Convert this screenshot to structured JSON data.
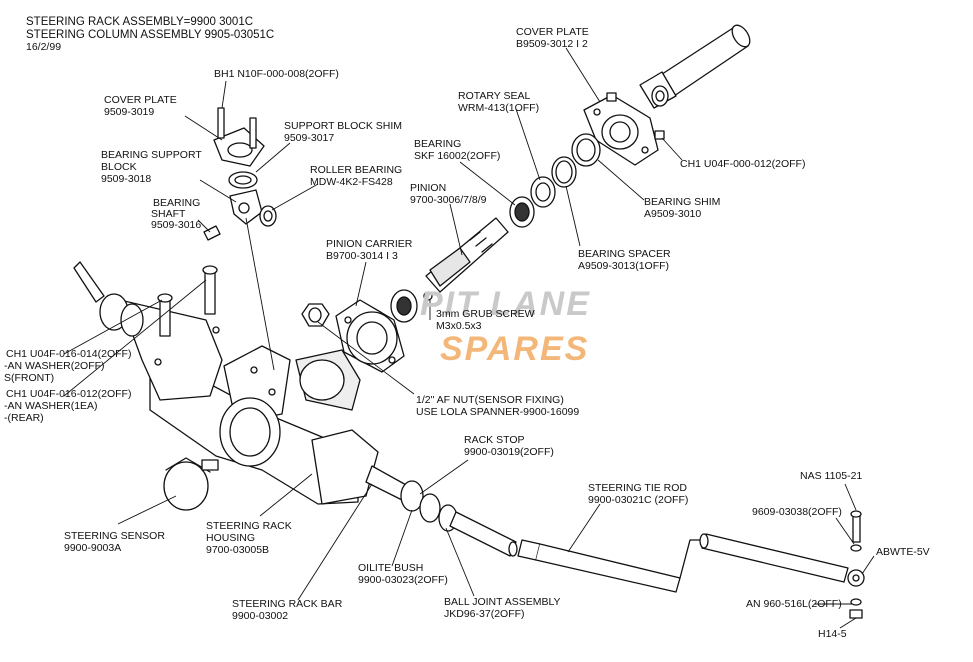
{
  "header": {
    "line1": "STEERING RACK ASSEMBLY=9900 3001C",
    "line2": "STEERING COLUMN ASSEMBLY 9905-03051C",
    "date": "16/2/99"
  },
  "watermark": {
    "line1": "PIT LANE",
    "line2": "SPARES",
    "color1": "#c9c9c9",
    "color2": "#f4b77a"
  },
  "labels": {
    "bh1_cover_screw": [
      "BH1 N10F-000-008(2off)"
    ],
    "cover_plate_left": [
      "COVER PLATE",
      "9509-3019"
    ],
    "support_block_shim": [
      "SUPPORT BLOCK SHIM",
      "9509-3017"
    ],
    "bearing_support_block": [
      "BEARING SUPPORT",
      "BLOCK",
      "9509-3018"
    ],
    "roller_bearing": [
      "ROLLER BEARING",
      "MDW-4K2-FS428"
    ],
    "bearing_shaft": [
      "BEARING",
      "SHAFT",
      "9509-3016"
    ],
    "cover_plate_right": [
      "COVER PLATE",
      "B9509-3012 I 2"
    ],
    "rotary_seal": [
      "ROTARY SEAL",
      "WRM-413(1off)"
    ],
    "bearing_skf": [
      "BEARING",
      "SKF 16002(2off)"
    ],
    "ch1_screw_right": [
      "CH1 U04F-000-012(2off)"
    ],
    "pinion": [
      "PINION",
      "9700-3006/7/8/9"
    ],
    "bearing_shim": [
      "BEARING SHIM",
      "A9509-3010"
    ],
    "pinion_carrier": [
      "PINION CARRIER",
      "B9700-3014 I 3"
    ],
    "bearing_spacer": [
      "BEARING SPACER",
      "A9509-3013(1off)"
    ],
    "grub_screw": [
      "3mm GRUB SCREW",
      "M3x0.5x3"
    ],
    "front_fixings": [
      "CH1 U04F-016-014(2off)",
      "-AN WASHER(2off)",
      "s(FRONT)"
    ],
    "rear_fixings": [
      "CH1 U04f-016-012(2off)",
      "-AN WASHER(1ea)",
      "-(REAR)"
    ],
    "af_nut": [
      "1/2\" AF NUT(SENSOR FIXING)",
      "USE LOLA SPANNER-9900-16099"
    ],
    "rack_stop": [
      "RACK STOP",
      "9900-03019(2off)"
    ],
    "steering_tie_rod": [
      "STEERING TIE ROD",
      "9900-03021C (2off)"
    ],
    "nas": [
      "NAS 1105-21"
    ],
    "washer_9609": [
      "9609-03038(2off)"
    ],
    "abwte": [
      "ABWTE-5V"
    ],
    "steering_sensor": [
      "STEERING SENSOR",
      "9900-9003A"
    ],
    "rack_housing": [
      "STEERING RACK",
      "HOUSING",
      "9700-03005B"
    ],
    "oilite_bush": [
      "OILITE BUSH",
      "9900-03023(2off)"
    ],
    "an960": [
      "AN 960-516L(2off)"
    ],
    "rack_bar": [
      "STEERING RACK BAR",
      "9900-03002"
    ],
    "ball_joint": [
      "BALL JOINT ASSEMBLY",
      "JKD96-37(2off)"
    ],
    "h14": [
      "H14-5"
    ]
  }
}
